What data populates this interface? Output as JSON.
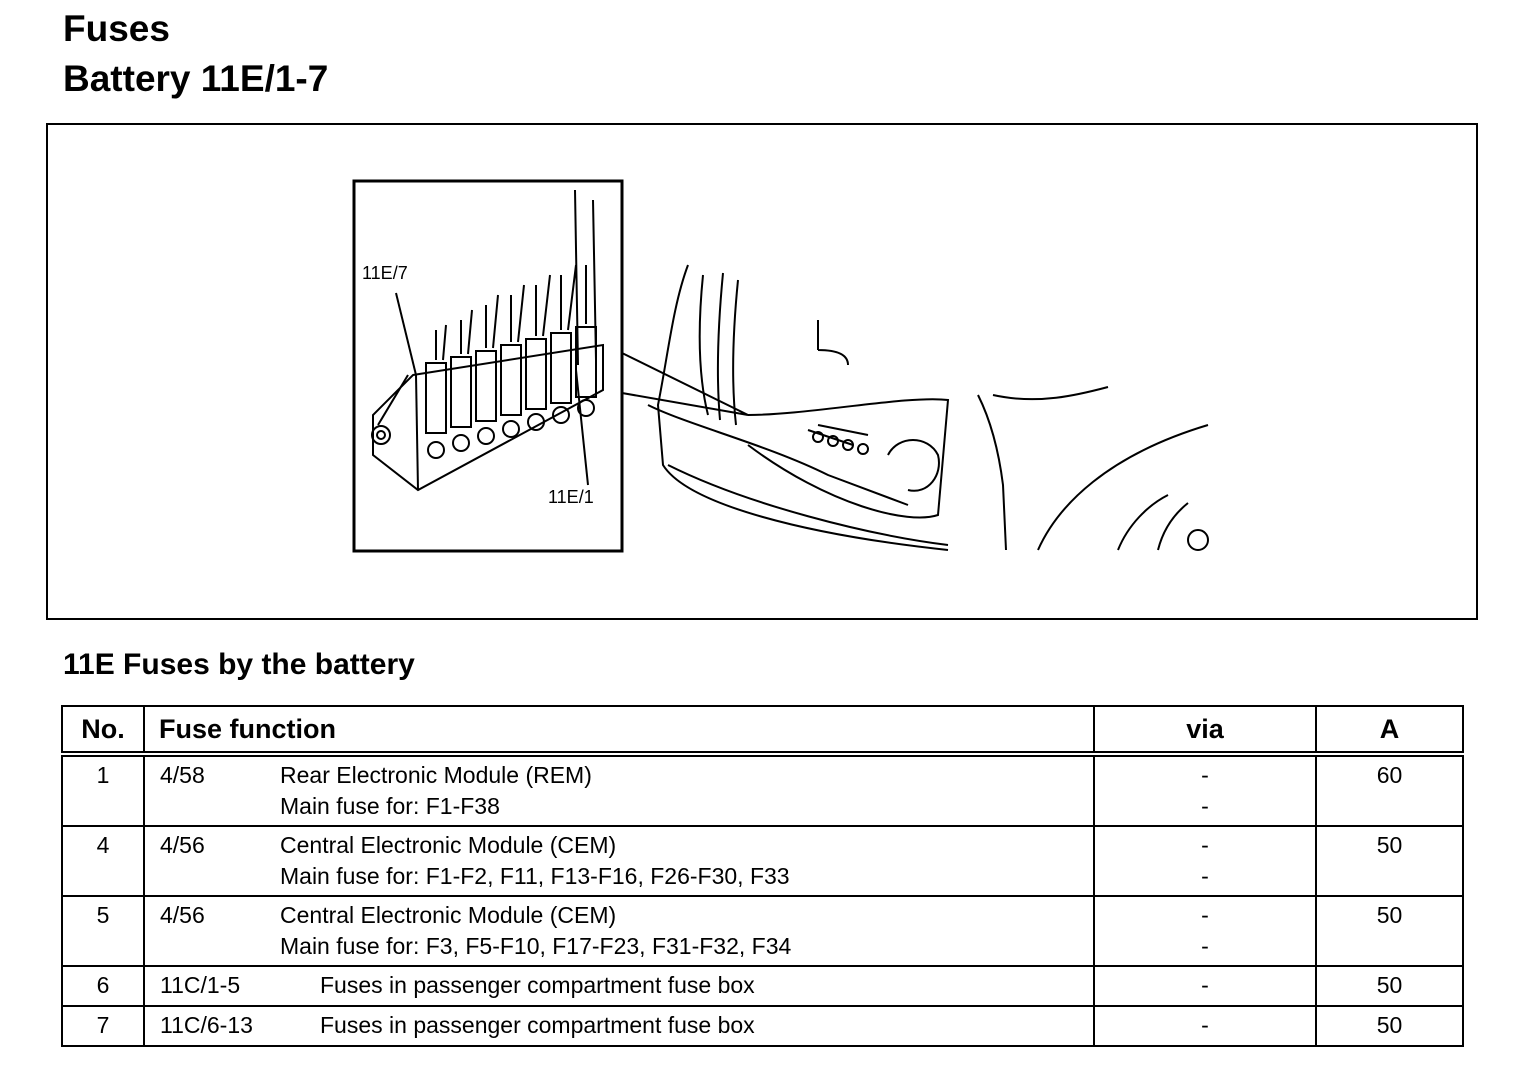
{
  "header": {
    "title": "Fuses",
    "subtitle": "Battery 11E/1-7"
  },
  "figure": {
    "callout_top": "11E/7",
    "callout_bottom": "11E/1"
  },
  "section": {
    "title": "11E Fuses by the battery"
  },
  "table": {
    "headers": {
      "no": "No.",
      "function": "Fuse function",
      "via": "via",
      "amps": "A"
    },
    "rows": [
      {
        "no": "1",
        "code": "4/58",
        "lines": [
          "Rear Electronic Module (REM)",
          "Main fuse for: F1-F38"
        ],
        "via": [
          "-",
          "-"
        ],
        "amps": "60"
      },
      {
        "no": "4",
        "code": "4/56",
        "lines": [
          "Central Electronic Module (CEM)",
          "Main fuse for: F1-F2, F11, F13-F16, F26-F30, F33"
        ],
        "via": [
          "-",
          "-"
        ],
        "amps": "50"
      },
      {
        "no": "5",
        "code": "4/56",
        "lines": [
          "Central Electronic Module (CEM)",
          "Main fuse for: F3, F5-F10, F17-F23, F31-F32, F34"
        ],
        "via": [
          "-",
          "-"
        ],
        "amps": "50"
      },
      {
        "no": "6",
        "code": "11C/1-5",
        "lines": [
          "Fuses in passenger compartment fuse box"
        ],
        "via": [
          "-"
        ],
        "amps": "50"
      },
      {
        "no": "7",
        "code": "11C/6-13",
        "lines": [
          "Fuses in passenger compartment fuse box"
        ],
        "via": [
          "-"
        ],
        "amps": "50"
      }
    ]
  }
}
